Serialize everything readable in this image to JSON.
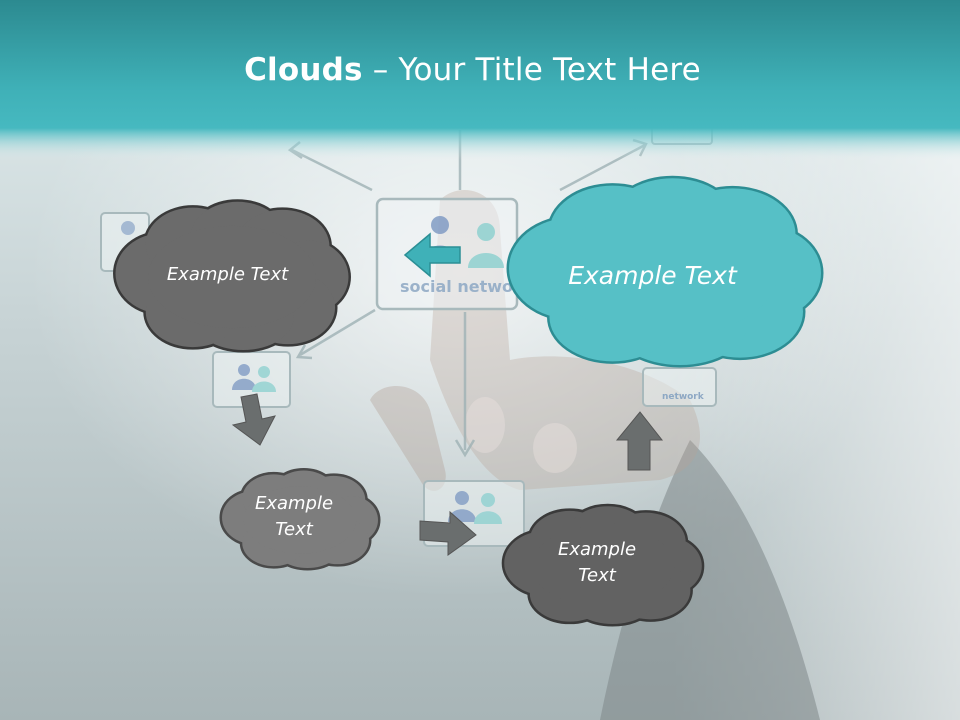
{
  "slide": {
    "title_bold": "Clouds",
    "title_dash": " – ",
    "title_rest": "Your Title Text Here"
  },
  "background": {
    "network_label": "social network",
    "small_label": "network"
  },
  "clouds": {
    "top_left": "Example Text",
    "top_right": "Example Text",
    "bottom_left": "Example Text",
    "bottom_right": "Example Text"
  },
  "colors": {
    "accent": "#3fb1b8",
    "cloud_dark": "#6b6b6b",
    "cloud_teal": "#56c0c6"
  },
  "icons": [
    "people-icon",
    "arrow-icon"
  ]
}
